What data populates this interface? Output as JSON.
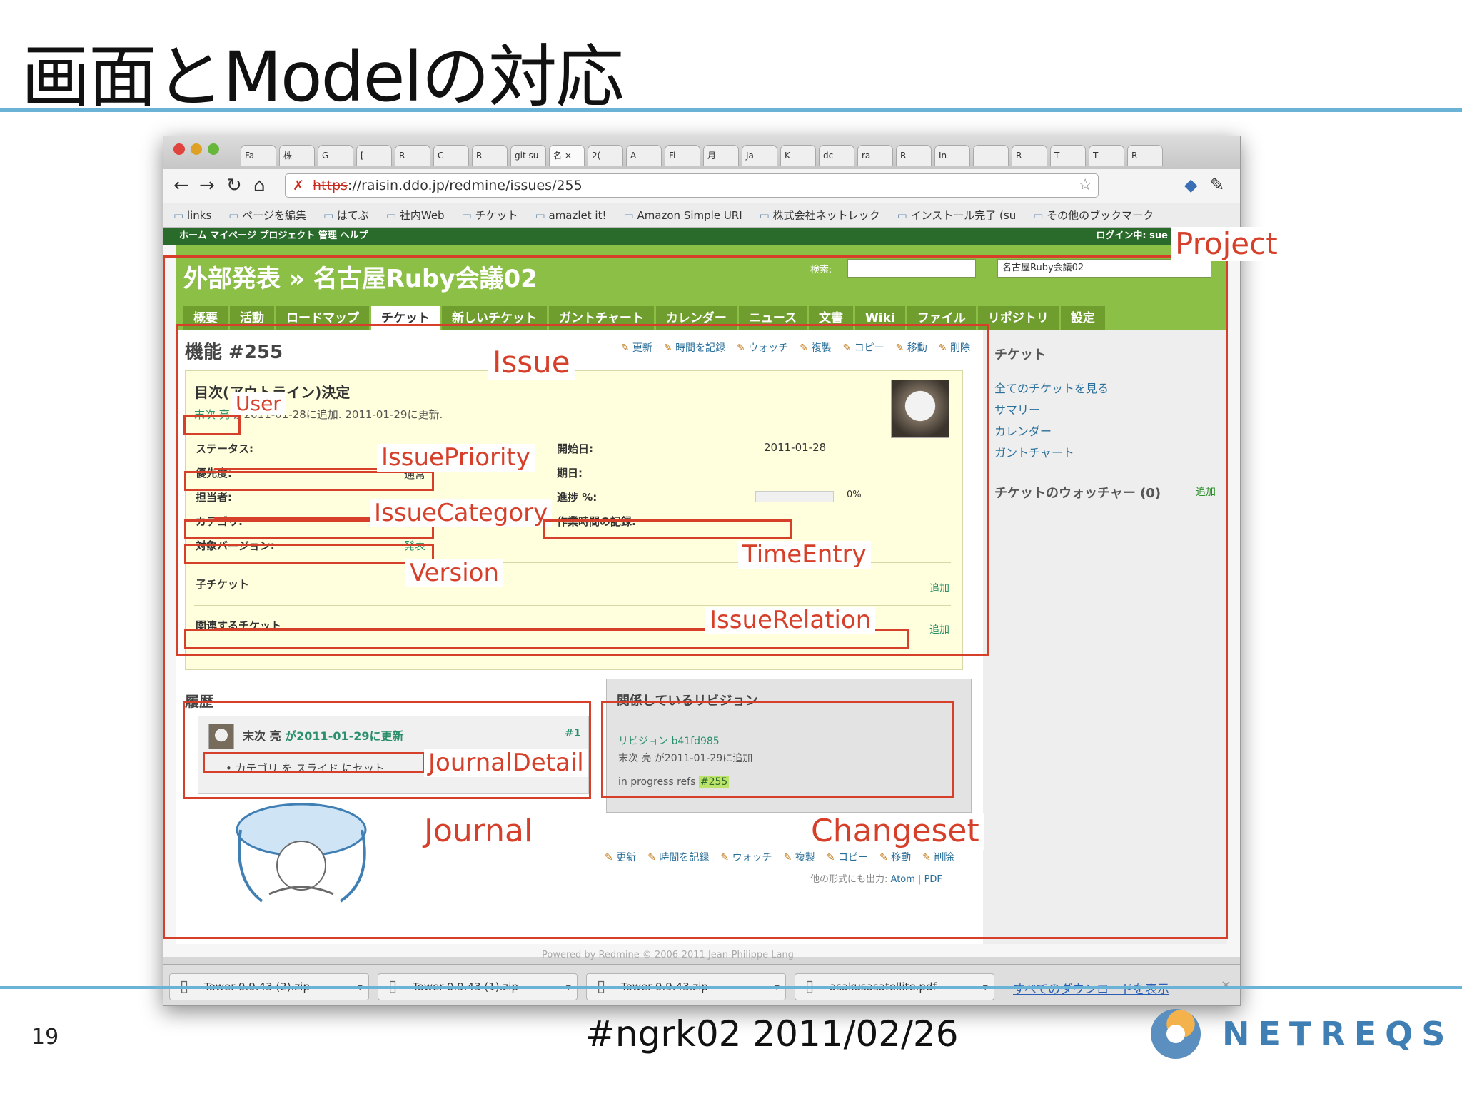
{
  "slide": {
    "title": "画面とModelの対応",
    "number": "19",
    "footer": "#ngrk02 2011/02/26",
    "logo_text": "NETREQS"
  },
  "browser": {
    "tabs": [
      "Fa",
      "株",
      "G",
      "[",
      "R",
      "C",
      "R",
      "git su",
      "名 ×",
      "2(",
      "A",
      "Fi",
      "月",
      "Ja",
      "K",
      "dc",
      "ra",
      "R",
      "In",
      "",
      "R",
      "T",
      "T",
      "R"
    ],
    "url_scheme": "https",
    "url_rest": "://raisin.ddo.jp/redmine/issues/255",
    "bookmarks": [
      "links",
      "ページを編集",
      "はてぶ",
      "社内Web",
      "チケット",
      "amazlet it!",
      "Amazon Simple URI",
      "株式会社ネットレック",
      "インストール完了 (su",
      "その他のブックマーク"
    ],
    "downloads": [
      "Tower-0.9.43 (2).zip",
      "Tower-0.9.43 (1).zip",
      "Tower-0.9.43.zip",
      "asakusasatellite.pdf"
    ],
    "downloads_all": "すべてのダウンロードを表示"
  },
  "redmine": {
    "topmenu": "ホーム  マイページ  プロジェクト  管理  ヘルプ",
    "login": "ログイン中: sue   個人設定  ログ",
    "project_title": "外部発表 » 名古屋Ruby会議02",
    "search_label": "検索:",
    "project_jump": "名古屋Ruby会議02",
    "tabs": [
      "概要",
      "活動",
      "ロードマップ",
      "チケット",
      "新しいチケット",
      "ガントチャート",
      "カレンダー",
      "ニュース",
      "文書",
      "Wiki",
      "ファイル",
      "リポジトリ",
      "設定"
    ],
    "selected_tab": "チケット",
    "issue": {
      "heading": "機能 #255",
      "actions": [
        "更新",
        "時間を記録",
        "ウォッチ",
        "複製",
        "コピー",
        "移動",
        "削除"
      ],
      "subject": "目次(アウトライン)決定",
      "author": "末次 亮",
      "created_info": "が2011-01-28に追加. 2011-01-29に更新.",
      "status_label": "ステータス:",
      "priority_label": "優先度:",
      "priority_value": "通常",
      "assignee_label": "担当者:",
      "category_label": "カテゴリ:",
      "version_label": "対象バージョン:",
      "version_value": "発表",
      "start_label": "開始日:",
      "start_value": "2011-01-28",
      "due_label": "期日:",
      "progress_label": "進捗 %:",
      "progress_value": "0%",
      "progress_fraction": 0,
      "spent_label": "作業時間の記録:",
      "spent_value": "-",
      "subtasks_label": "子チケット",
      "relations_label": "関連するチケット",
      "add_label": "追加"
    },
    "history": {
      "heading": "履歴",
      "journal_title_user": "末次 亮",
      "journal_title_date": "が2011-01-29に更新",
      "journal_number": "#1",
      "detail": "カテゴリ を スライド にセット"
    },
    "revisions": {
      "heading": "関係しているリビジョン",
      "revision": "リビジョン b41fd985",
      "meta": "末次 亮 が2011-01-29に追加",
      "message": "in progress refs",
      "ref": "#255"
    },
    "other_formats": "他の形式にも出力:",
    "atom": "Atom",
    "pdf": "PDF",
    "powered": "Powered by Redmine © 2006-2011 Jean-Philippe Lang",
    "sidebar": {
      "heading": "チケット",
      "links": [
        "全てのチケットを見る",
        "サマリー",
        "カレンダー",
        "ガントチャート"
      ],
      "watchers": "チケットのウォッチャー (0)",
      "watchers_add": "追加"
    }
  },
  "annotations": {
    "project": "Project",
    "issue": "Issue",
    "user": "User",
    "issue_priority": "IssuePriority",
    "issue_category": "IssueCategory",
    "version": "Version",
    "time_entry": "TimeEntry",
    "issue_relation": "IssueRelation",
    "journal_detail": "JournalDetail",
    "journal": "Journal",
    "changeset": "Changeset"
  },
  "colors": {
    "annotation": "#d6402a",
    "rule": "#6bb3d6",
    "redmine_green": "#8cbf46",
    "redmine_dark": "#2a6a2a"
  }
}
